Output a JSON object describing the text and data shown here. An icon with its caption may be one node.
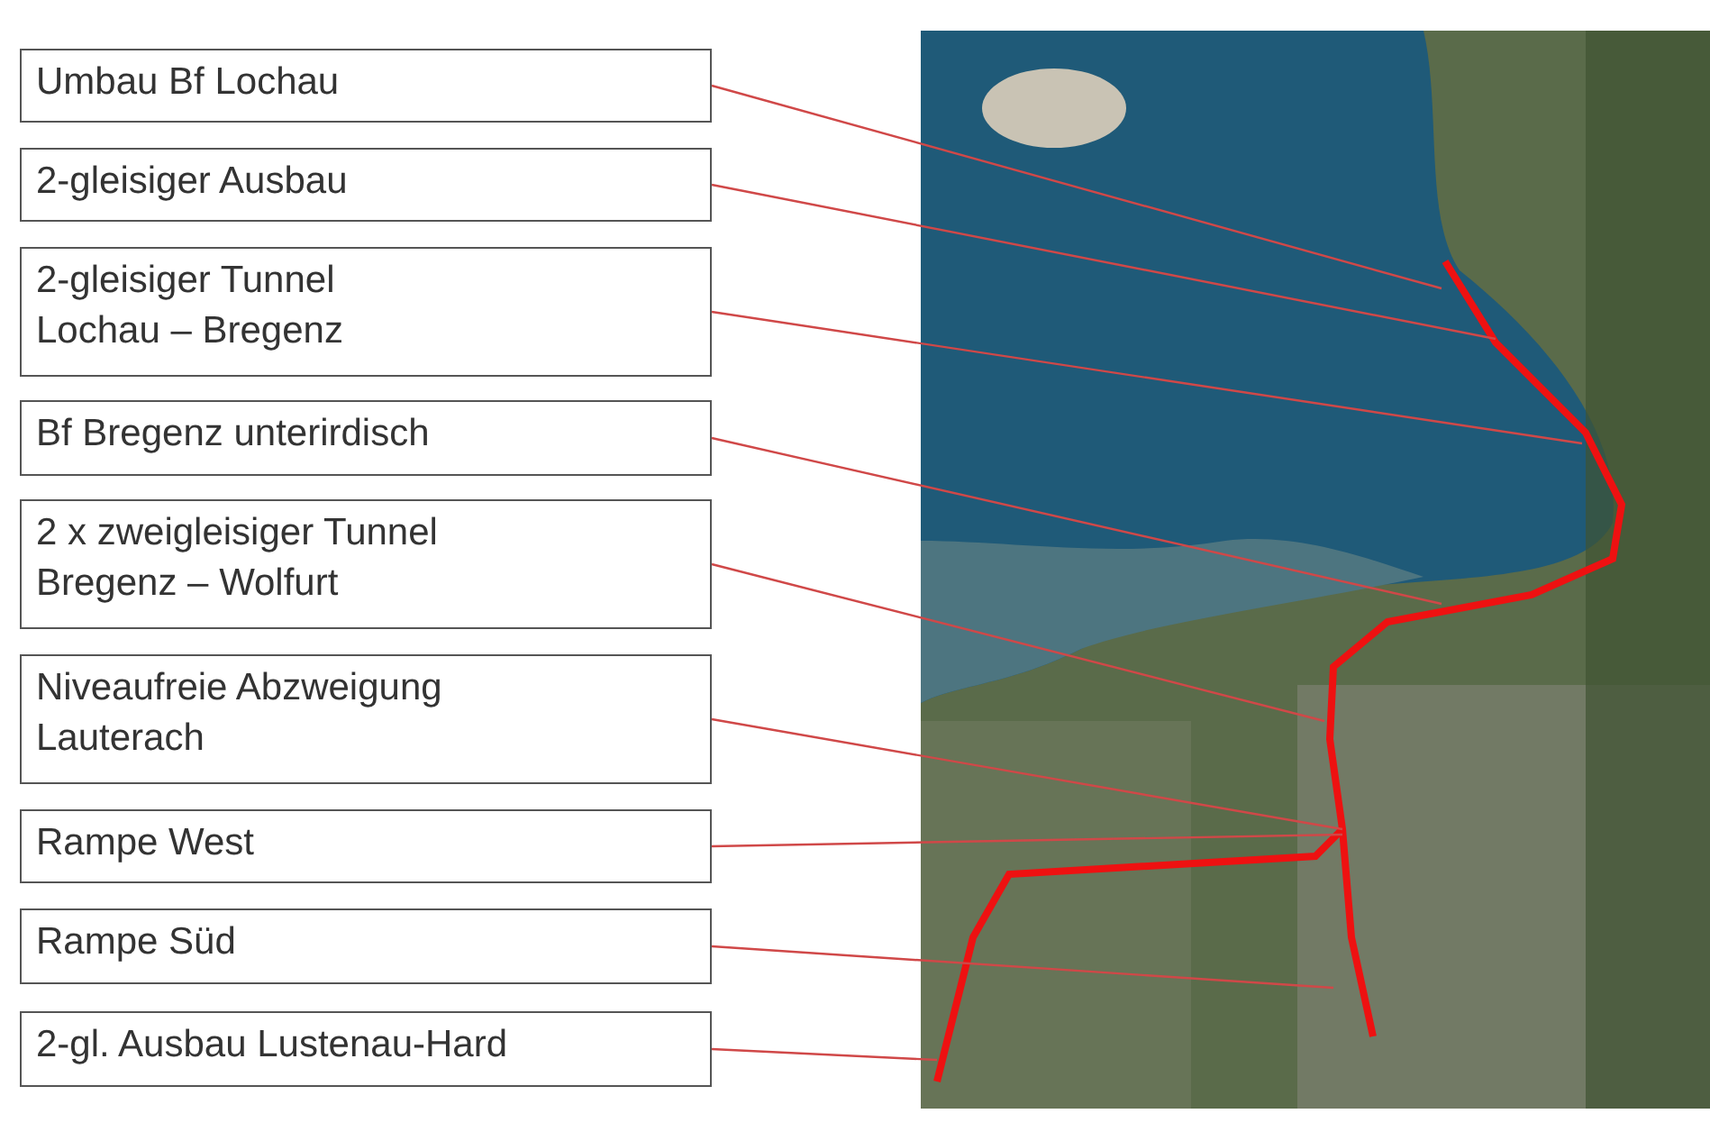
{
  "diagram": {
    "nodes": [
      {
        "text": [
          "Umbau Bf Lochau"
        ]
      },
      {
        "text": [
          "2-gleisiger Ausbau"
        ]
      },
      {
        "text": [
          "2-gleisiger Tunnel Lochau – Bregenz"
        ]
      },
      {
        "text": [
          "Bf Bregenz unterirdisch"
        ]
      },
      {
        "text": [
          "2 x zweigleisiger Tunnel Bregenz – Wolfurt"
        ]
      },
      {
        "text": [
          "Niveaufreie Abzweigung Lauterach"
        ]
      },
      {
        "text": [
          "Rampe West"
        ]
      },
      {
        "text": [
          "Rampe Süd"
        ]
      },
      {
        "text": [
          "2-gl. Ausbau Lustenau-Hard"
        ]
      }
    ],
    "edges": [
      {
        "from": 0,
        "to": null,
        "arrow": "none"
      },
      {
        "from": 1,
        "to": null,
        "arrow": "none"
      },
      {
        "from": 2,
        "to": null,
        "arrow": "none"
      },
      {
        "from": 3,
        "to": null,
        "arrow": "none"
      },
      {
        "from": 4,
        "to": null,
        "arrow": "none"
      },
      {
        "from": 5,
        "to": null,
        "arrow": "none"
      },
      {
        "from": 6,
        "to": null,
        "arrow": "none"
      },
      {
        "from": 7,
        "to": null,
        "arrow": "none"
      },
      {
        "from": 8,
        "to": null,
        "arrow": "none"
      }
    ]
  }
}
